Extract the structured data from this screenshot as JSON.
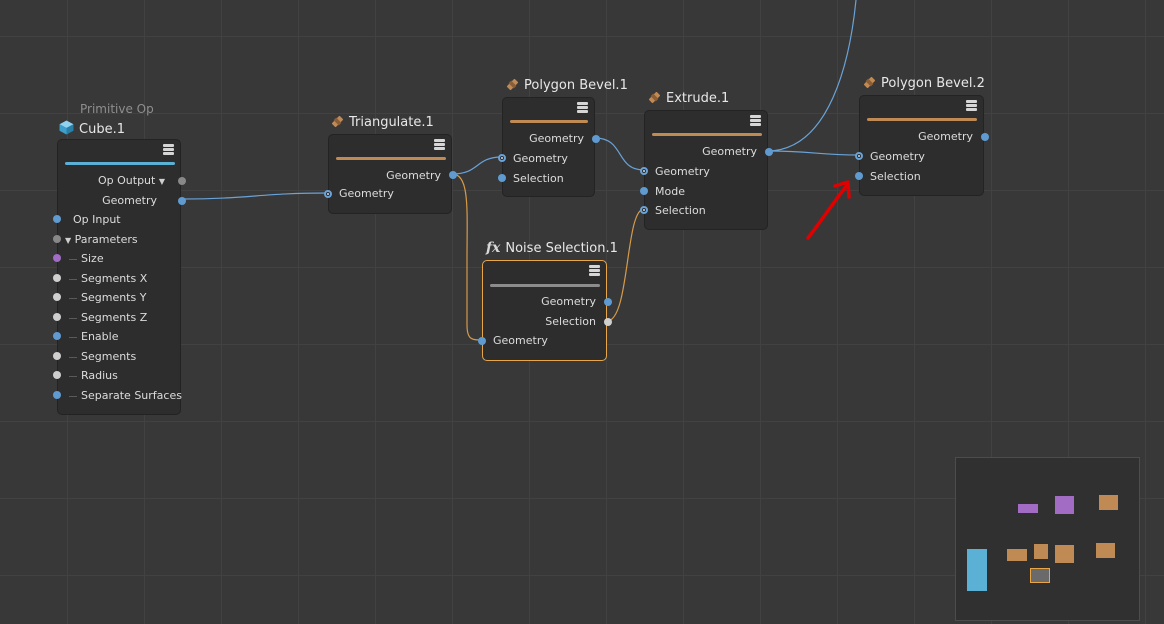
{
  "nodes": {
    "cube": {
      "supertitle": "Primitive Op",
      "title": "Cube.1",
      "op_output": "Op Output",
      "geometry_out": "Geometry",
      "op_input": "Op Input",
      "parameters": "Parameters",
      "params": [
        "Size",
        "Segments X",
        "Segments Y",
        "Segments Z",
        "Enable",
        "Segments",
        "Radius",
        "Separate Surfaces"
      ]
    },
    "triangulate": {
      "title": "Triangulate.1",
      "out": "Geometry",
      "in": "Geometry"
    },
    "polygon_bevel_1": {
      "title": "Polygon Bevel.1",
      "out": "Geometry",
      "in": "Geometry",
      "selection": "Selection"
    },
    "extrude": {
      "title": "Extrude.1",
      "out": "Geometry",
      "in": "Geometry",
      "mode": "Mode",
      "selection": "Selection"
    },
    "polygon_bevel_2": {
      "title": "Polygon Bevel.2",
      "out": "Geometry",
      "in": "Geometry",
      "selection": "Selection"
    },
    "noise_selection": {
      "icon": "fx",
      "title": "Noise Selection.1",
      "out": "Geometry",
      "selection": "Selection",
      "in": "Geometry"
    }
  },
  "colors": {
    "background": "#383838",
    "node": "#2d2d2d",
    "primitive_bar": "#5bb0d6",
    "op_bar": "#c08a55",
    "selection_outline": "#e9a646",
    "wire_geometry": "#6aa3d8",
    "wire_selection": "#d69a4a",
    "annotation_arrow": "#e00000"
  },
  "icons": {
    "cube": "cube-icon",
    "op": "scene-node-op-icon",
    "menu": "node-menu-icon",
    "arrow": "red-arrow-annotation"
  }
}
